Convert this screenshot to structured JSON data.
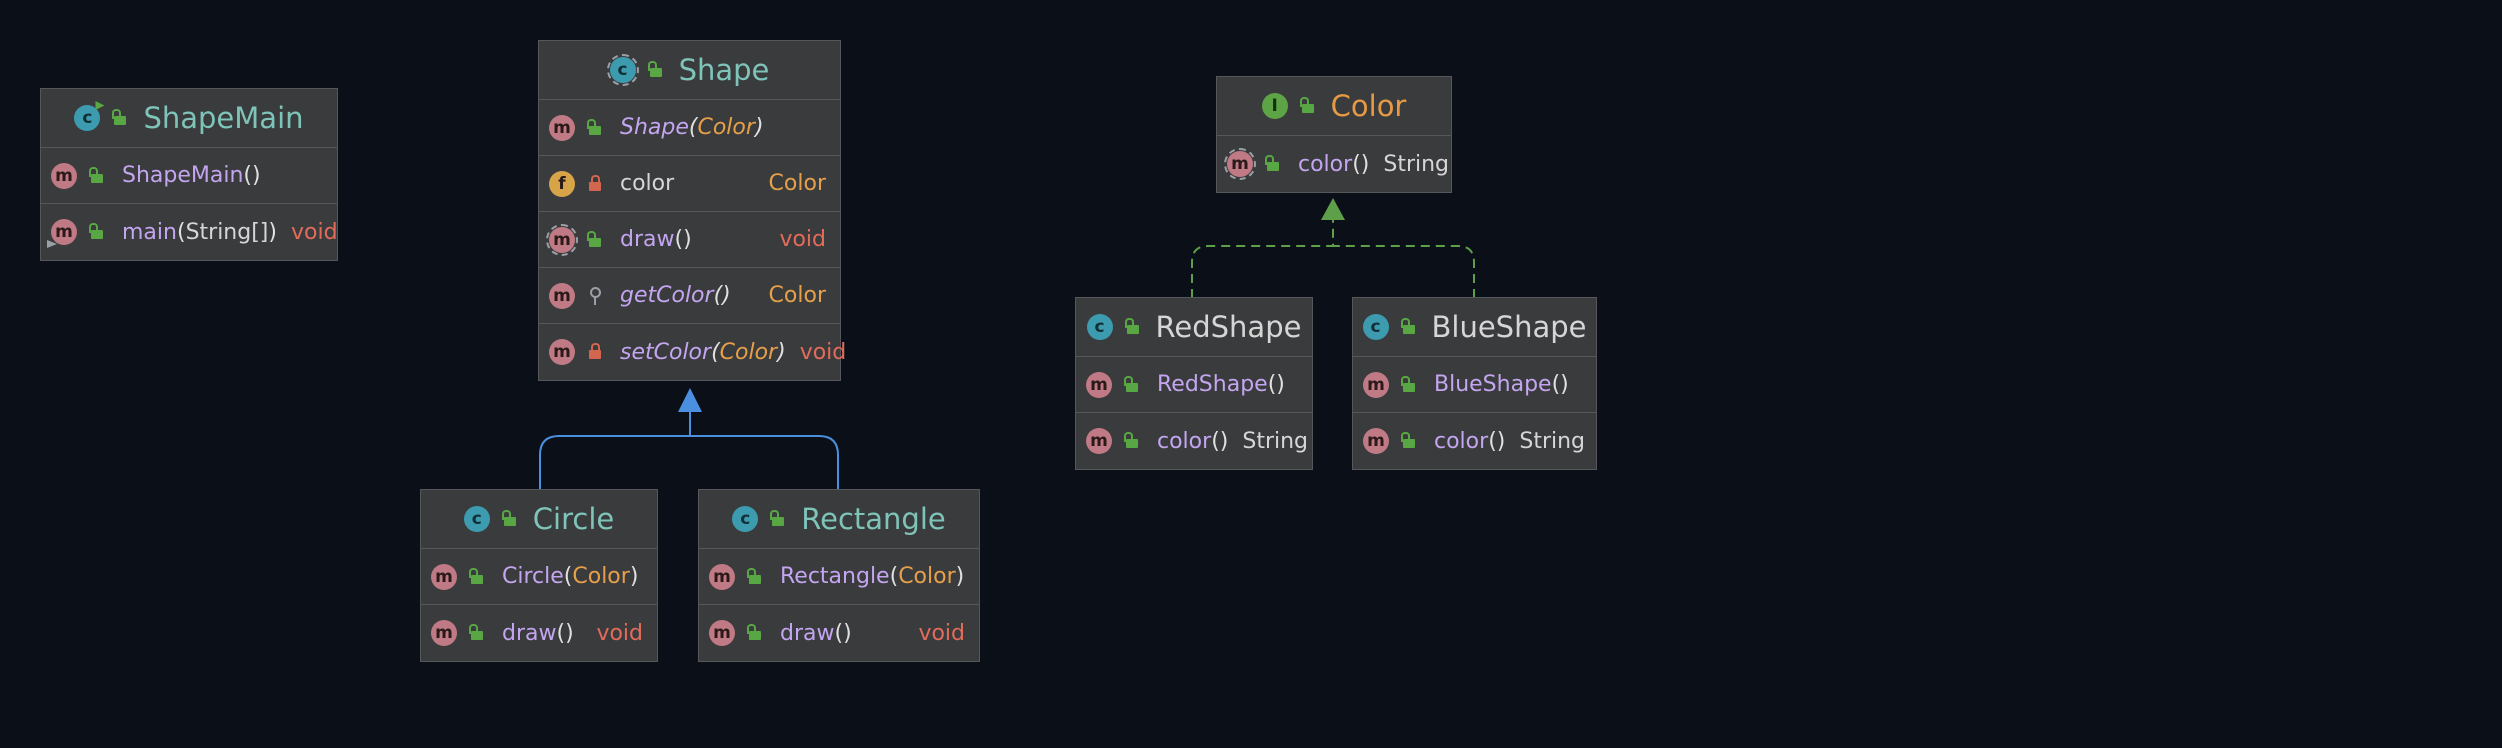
{
  "nodes": {
    "shapemain": {
      "title": "ShapeMain",
      "kind": "class",
      "icon": "c",
      "rows": [
        {
          "icon": "m",
          "visibility": "public",
          "name": "ShapeMain",
          "params": "",
          "returns": ""
        },
        {
          "icon": "m",
          "visibility": "public",
          "name": "main",
          "params": "String[]",
          "returns": "void"
        }
      ]
    },
    "shape": {
      "title": "Shape",
      "kind": "class",
      "icon": "c",
      "rows": [
        {
          "icon": "m",
          "visibility": "public",
          "name": "Shape",
          "params": "Color",
          "returns": ""
        },
        {
          "icon": "f",
          "visibility": "private",
          "name": "color",
          "params": null,
          "returns": "Color"
        },
        {
          "icon": "m",
          "visibility": "public",
          "name": "draw",
          "params": "",
          "returns": "void"
        },
        {
          "icon": "m",
          "visibility": "protected",
          "name": "getColor",
          "params": "",
          "returns": "Color"
        },
        {
          "icon": "m",
          "visibility": "private",
          "name": "setColor",
          "params": "Color",
          "returns": "void"
        }
      ]
    },
    "color": {
      "title": "Color",
      "kind": "interface",
      "icon": "I",
      "rows": [
        {
          "icon": "m",
          "visibility": "public",
          "name": "color",
          "params": "",
          "returns": "String"
        }
      ]
    },
    "circle": {
      "title": "Circle",
      "kind": "class",
      "icon": "c",
      "rows": [
        {
          "icon": "m",
          "visibility": "public",
          "name": "Circle",
          "params": "Color",
          "returns": ""
        },
        {
          "icon": "m",
          "visibility": "public",
          "name": "draw",
          "params": "",
          "returns": "void"
        }
      ]
    },
    "rectangle": {
      "title": "Rectangle",
      "kind": "class",
      "icon": "c",
      "rows": [
        {
          "icon": "m",
          "visibility": "public",
          "name": "Rectangle",
          "params": "Color",
          "returns": ""
        },
        {
          "icon": "m",
          "visibility": "public",
          "name": "draw",
          "params": "",
          "returns": "void"
        }
      ]
    },
    "redshape": {
      "title": "RedShape",
      "kind": "class",
      "icon": "c",
      "rows": [
        {
          "icon": "m",
          "visibility": "public",
          "name": "RedShape",
          "params": "",
          "returns": ""
        },
        {
          "icon": "m",
          "visibility": "public",
          "name": "color",
          "params": "",
          "returns": "String"
        }
      ]
    },
    "blueshape": {
      "title": "BlueShape",
      "kind": "class",
      "icon": "c",
      "rows": [
        {
          "icon": "m",
          "visibility": "public",
          "name": "BlueShape",
          "params": "",
          "returns": ""
        },
        {
          "icon": "m",
          "visibility": "public",
          "name": "color",
          "params": "",
          "returns": "String"
        }
      ]
    }
  },
  "edges": [
    {
      "from": "circle",
      "to": "shape",
      "type": "extends",
      "color": "#4b8fe0"
    },
    {
      "from": "rectangle",
      "to": "shape",
      "type": "extends",
      "color": "#4b8fe0"
    },
    {
      "from": "redshape",
      "to": "color",
      "type": "implements",
      "color": "#5ea04a"
    },
    {
      "from": "blueshape",
      "to": "color",
      "type": "implements",
      "color": "#5ea04a"
    }
  ]
}
